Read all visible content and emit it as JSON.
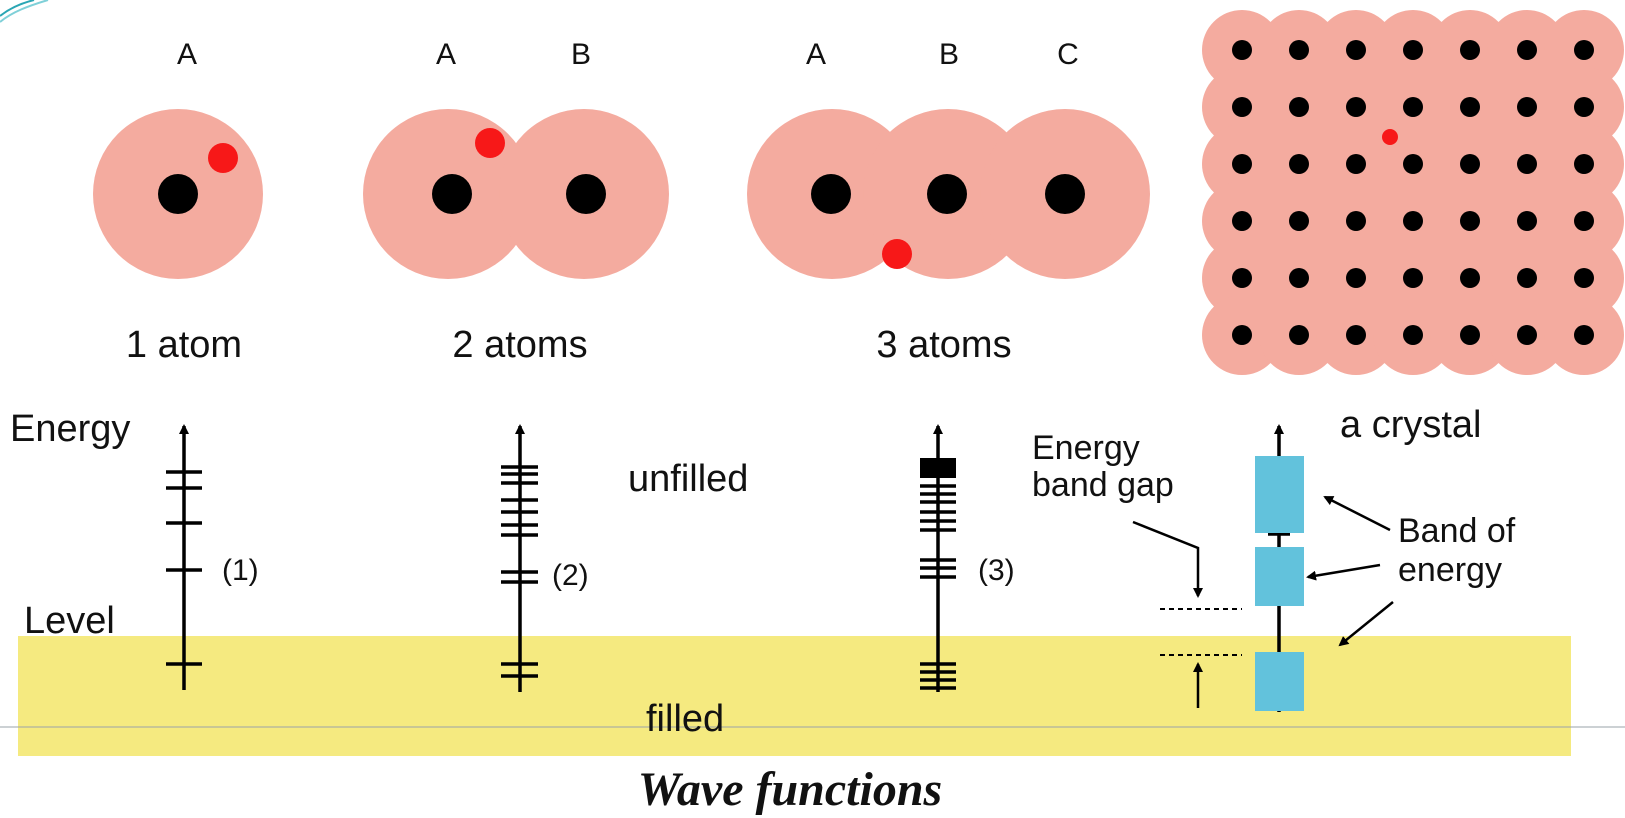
{
  "colors": {
    "electron_cloud": "#f4ab9f",
    "nucleus": "#000000",
    "electron": "#f71818",
    "filled_region": "#f5ea80",
    "energy_band": "#62c2dc"
  },
  "panels": {
    "one_atom": {
      "atom_labels": [
        "A"
      ],
      "caption": "1 atom",
      "level_tag": "(1)"
    },
    "two_atoms": {
      "atom_labels": [
        "A",
        "B"
      ],
      "caption": "2 atoms",
      "level_tag": "(2)"
    },
    "three_atoms": {
      "atom_labels": [
        "A",
        "B",
        "C"
      ],
      "caption": "3 atoms",
      "level_tag": "(3)"
    },
    "crystal": {
      "caption": "a crystal",
      "lattice_rows": 6,
      "lattice_cols": 7
    }
  },
  "energy_labels": {
    "energy": "Energy",
    "level": "Level",
    "unfilled": "unfilled",
    "filled": "filled"
  },
  "band_annotations": {
    "gap_line1": "Energy",
    "gap_line2": "band gap",
    "band_line1": "Band of",
    "band_line2": "energy"
  },
  "footer": {
    "caption": "Wave functions"
  }
}
